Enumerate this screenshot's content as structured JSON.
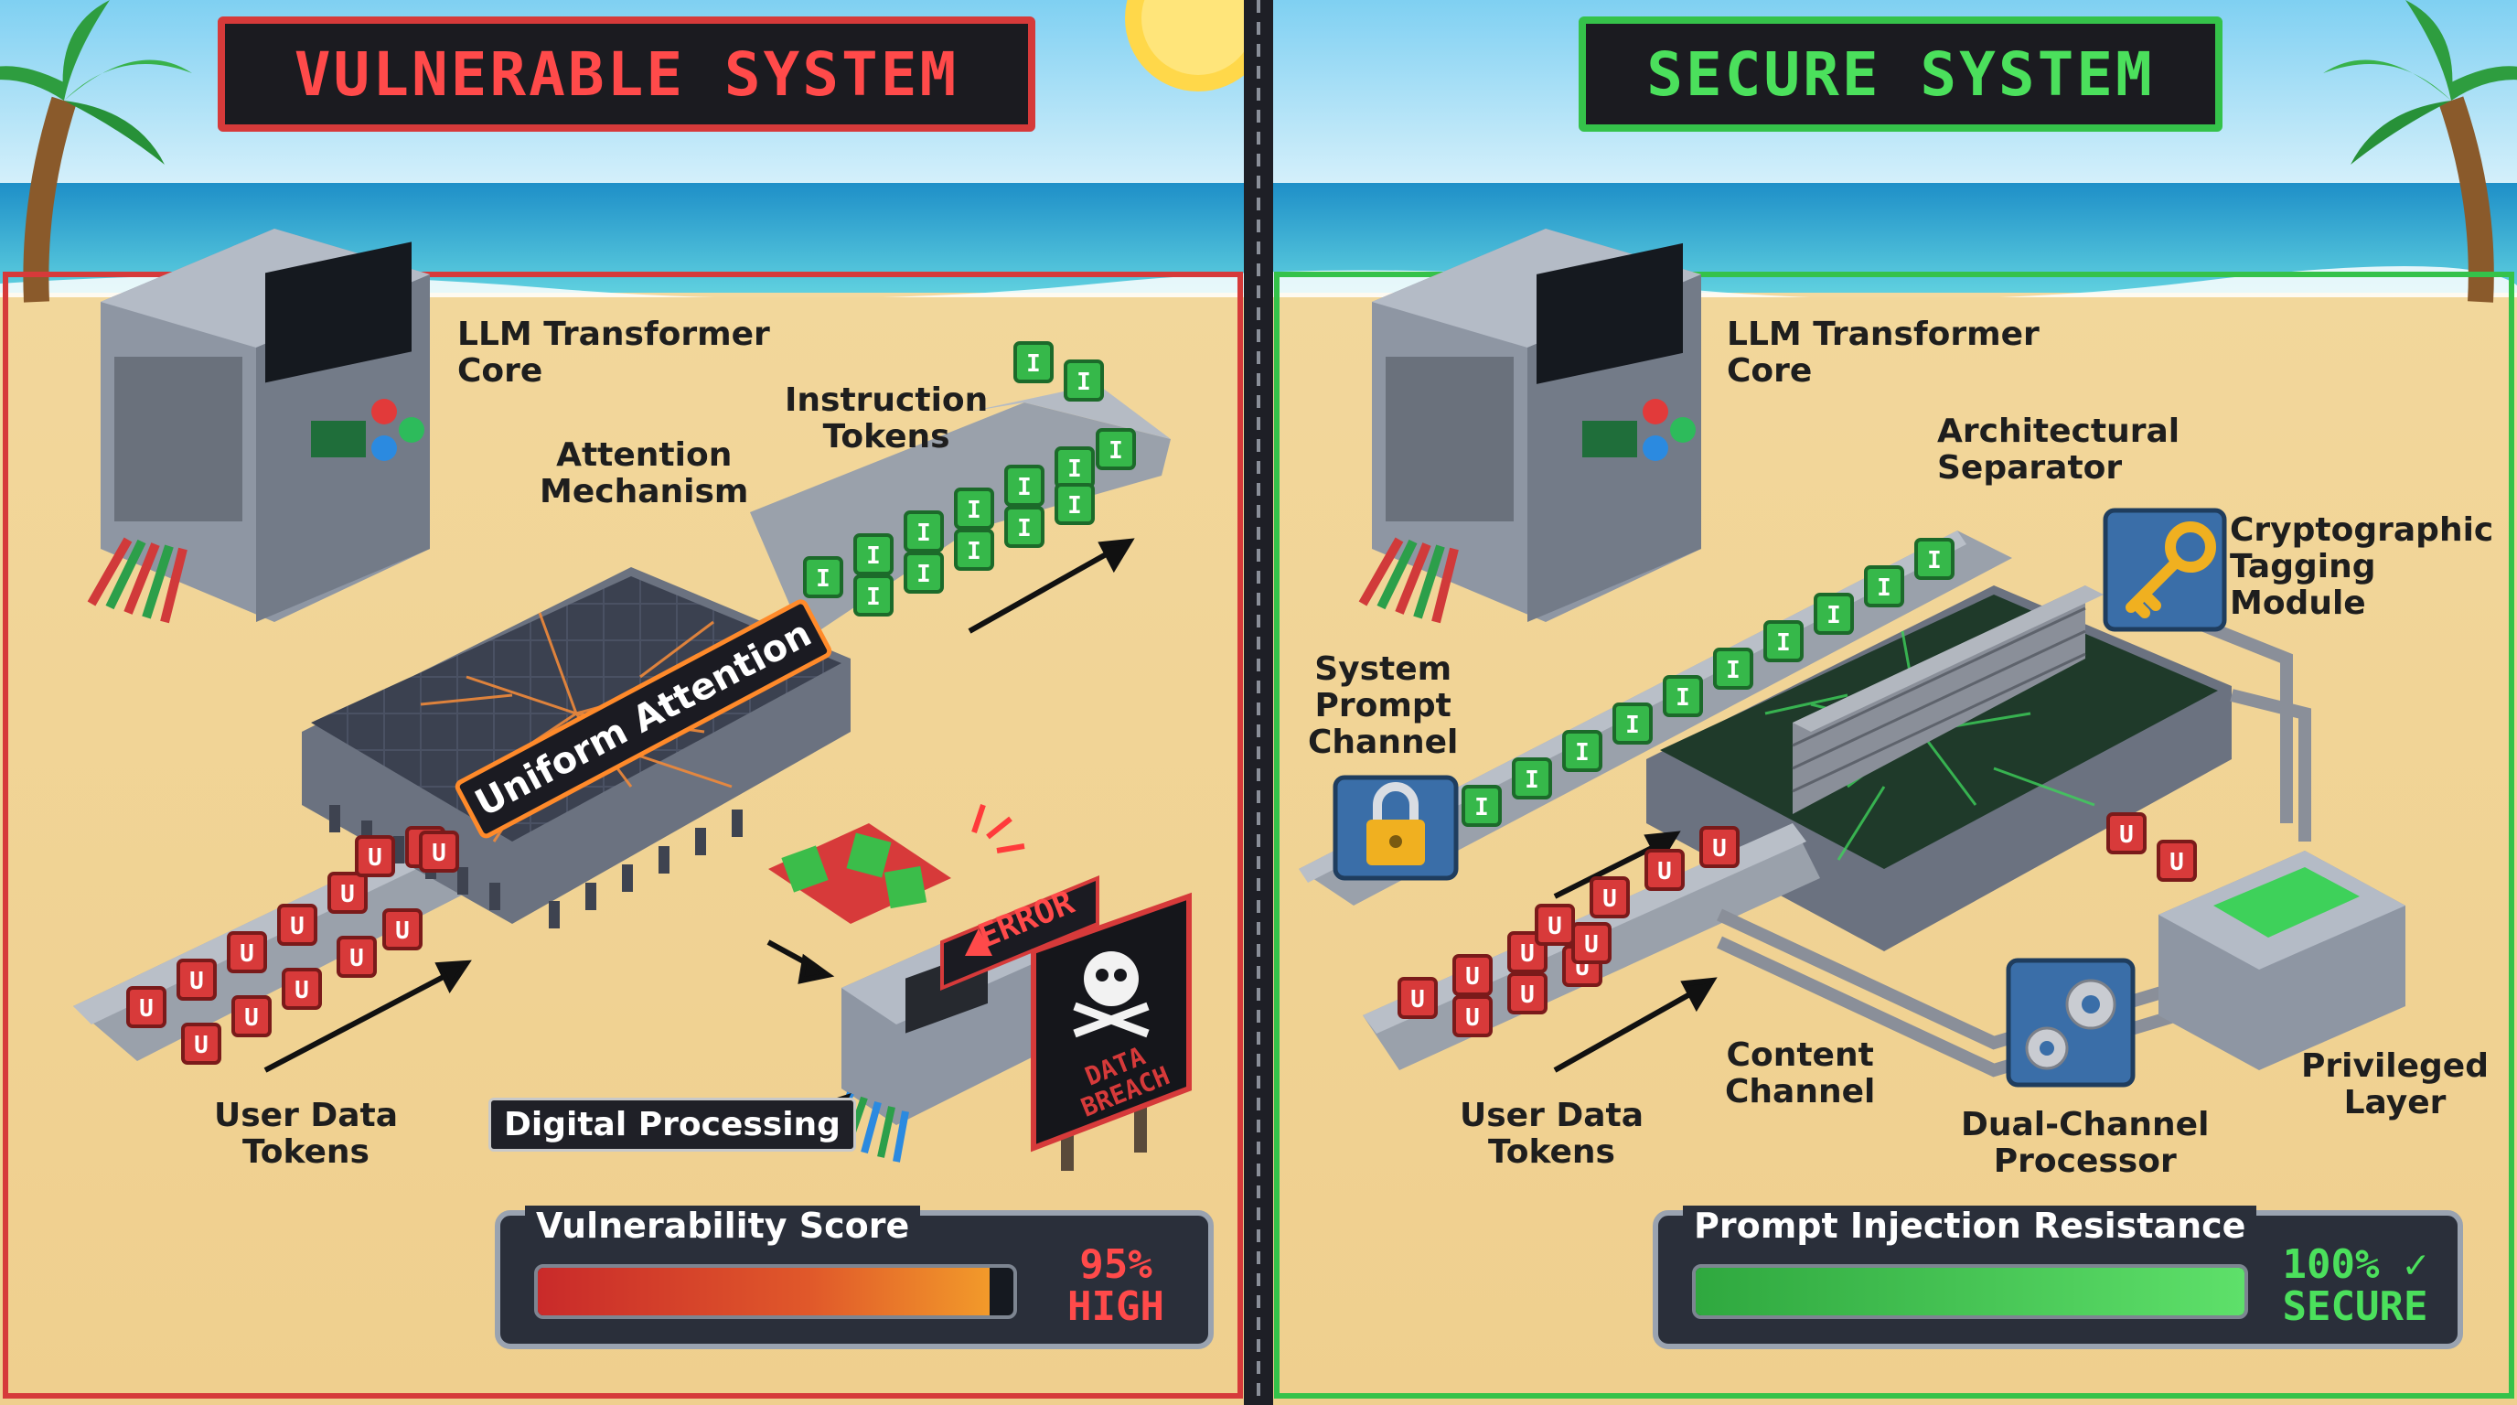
{
  "left": {
    "title": "VULNERABLE SYSTEM",
    "labels": {
      "llm_core": "LLM Transformer\nCore",
      "attention": "Attention\nMechanism",
      "instruction_tokens": "Instruction\nTokens",
      "uniform_attention": "Uniform Attention",
      "user_tokens": "User Data\nTokens",
      "digital_processing": "Digital Processing",
      "error": "ERROR",
      "breach": "DATA\nBREACH"
    },
    "token_letters": {
      "instruction": "I",
      "user": "U"
    },
    "meter": {
      "label": "Vulnerability Score",
      "value": "95%",
      "level": "HIGH",
      "fraction": 0.95
    },
    "colors": {
      "accent": "#d63a3a"
    }
  },
  "right": {
    "title": "SECURE SYSTEM",
    "labels": {
      "llm_core": "LLM Transformer\nCore",
      "separator": "Architectural\nSeparator",
      "crypto": "Cryptographic\nTagging Module",
      "system_prompt": "System\nPrompt\nChannel",
      "content_channel": "Content\nChannel",
      "user_tokens": "User Data\nTokens",
      "dual_channel": "Dual-Channel\nProcessor",
      "privileged": "Privileged\nLayer"
    },
    "meter": {
      "label": "Prompt Injection Resistance",
      "value": "100% ✓",
      "level": "SECURE",
      "fraction": 1.0
    },
    "colors": {
      "accent": "#35c24a"
    }
  },
  "icons": [
    "palm-tree-icon",
    "sun-icon",
    "lock-icon",
    "key-icon",
    "gear-icon",
    "skull-icon",
    "warning-icon",
    "arrow-icon"
  ]
}
